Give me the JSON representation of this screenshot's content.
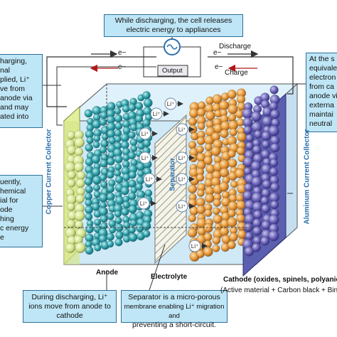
{
  "top_callout": {
    "line1": "While discharging, the cell releases",
    "line2": "electric energy to appliances"
  },
  "left_top_callout": {
    "lines": [
      "harging,",
      "nal",
      "plied, Li⁺",
      "ve from",
      "anode via",
      "and may",
      "ated into"
    ]
  },
  "left_bottom_callout": {
    "lines": [
      "uently,",
      "hemical",
      "ial  for",
      "ode",
      "hing",
      "c energy",
      "e"
    ]
  },
  "right_top_callout": {
    "lines": [
      "At the s",
      "equivale",
      "electron",
      "from ca",
      "anode vi",
      "externa",
      "maintai",
      "neutral"
    ]
  },
  "bottom_discharge_callout": {
    "line1": "During discharging, Li⁺",
    "line2": "ions move from anode to",
    "line3": "cathode"
  },
  "bottom_separator_callout": {
    "line1": "Separator is a micro-porous",
    "line2": "membrane enabling Li⁺ migration and",
    "line3": "preventing a short-circuit."
  },
  "circuit": {
    "electron": "e−",
    "discharge": "Discharge",
    "charge": "Charge",
    "output": "Output"
  },
  "labels": {
    "anode": "Anode",
    "electrolyte": "Electrolyte",
    "cathode": "Cathode (oxides, spinels, polyanion",
    "cathode_sub": "(Active material + Carbon black + Bin",
    "copper_collector": "Copper Current Collector",
    "aluminum_collector": "Aluminum  Current Collector",
    "separator": "Separator",
    "li_ion": "Li⁺"
  },
  "colors": {
    "callout_fill": "#bfe6f6",
    "callout_border": "#2d6f9a",
    "copper": "#d6e58a",
    "anode_particle": "#2f9fa8",
    "cathode_particle": "#e59a3c",
    "aluminum": "#5b5fb0",
    "electrolyte": "#c8e6f5",
    "label_blue": "#2a6fb0"
  }
}
